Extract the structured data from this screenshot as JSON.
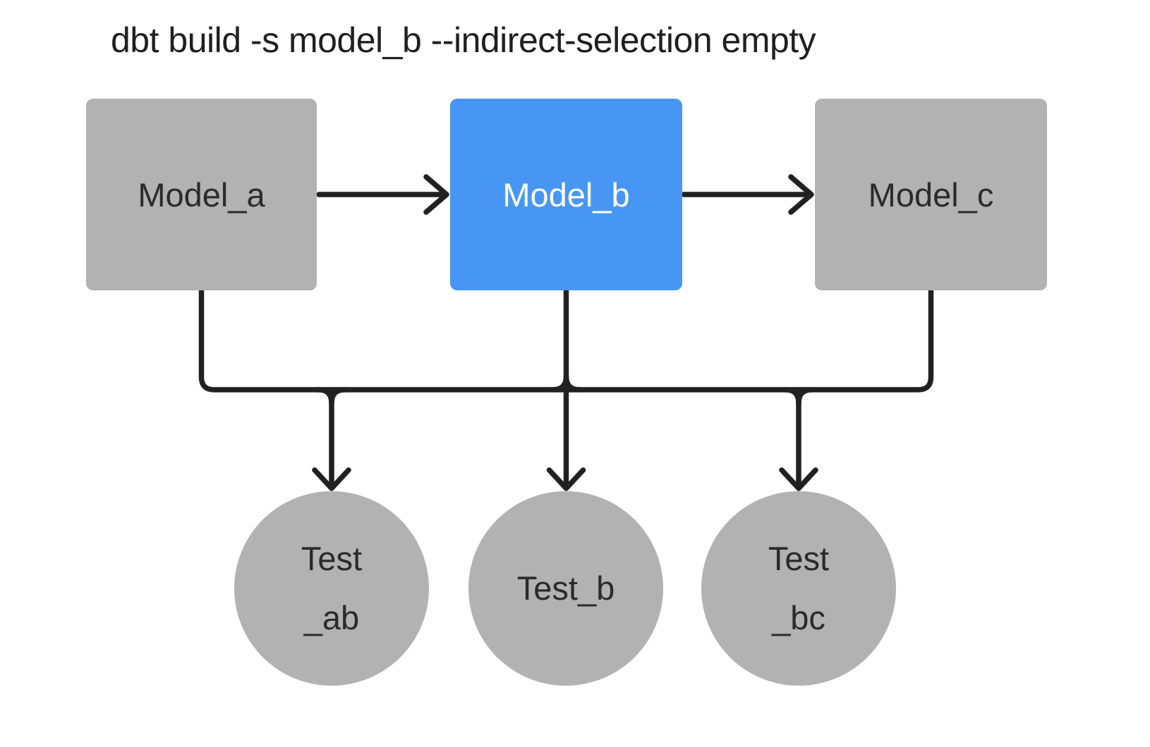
{
  "title": "dbt build -s model_b --indirect-selection empty",
  "diagram": {
    "models": [
      {
        "label": "Model_a",
        "highlighted": false
      },
      {
        "label": "Model_b",
        "highlighted": true
      },
      {
        "label": "Model_c",
        "highlighted": false
      }
    ],
    "tests": [
      {
        "lines": [
          "Test",
          "_ab"
        ]
      },
      {
        "lines": [
          "Test_b"
        ]
      },
      {
        "lines": [
          "Test",
          "_bc"
        ]
      }
    ],
    "edges": [
      {
        "from": "Model_a",
        "to": "Model_b"
      },
      {
        "from": "Model_b",
        "to": "Model_c"
      },
      {
        "from": "Model_a",
        "to": "Test_ab"
      },
      {
        "from": "Model_b",
        "to": "Test_ab"
      },
      {
        "from": "Model_b",
        "to": "Test_b"
      },
      {
        "from": "Model_b",
        "to": "Test_bc"
      },
      {
        "from": "Model_c",
        "to": "Test_bc"
      }
    ],
    "colors": {
      "background": "#ffffff",
      "node_gray": "#b2b2b2",
      "node_highlight_blue": "#4896f3",
      "edge_black": "#212121",
      "text_dark": "#2b2b2b",
      "text_on_blue": "#ffffff"
    }
  }
}
